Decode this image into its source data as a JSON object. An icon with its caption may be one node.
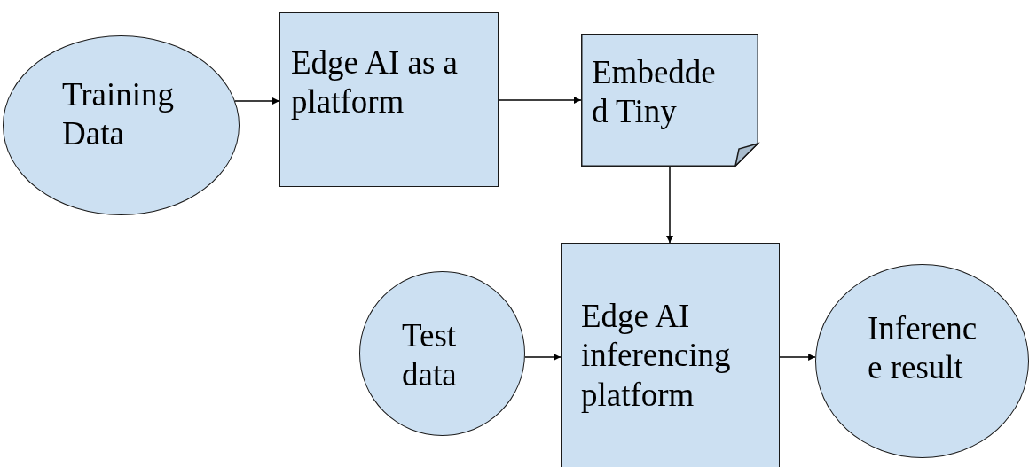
{
  "diagram": {
    "nodes": [
      {
        "text": [
          "Training Data"
        ]
      },
      {
        "text": [
          "Edge AI as a platform"
        ]
      },
      {
        "text": [
          "Embedde d Tiny"
        ]
      },
      {
        "text": [
          "Test data"
        ]
      },
      {
        "text": [
          "Edge AI inferencing platform"
        ]
      },
      {
        "text": [
          "Inferenc e result"
        ]
      }
    ],
    "edges": [
      {
        "from": 0,
        "to": 1,
        "arrow": "to"
      },
      {
        "from": 1,
        "to": 2,
        "arrow": "to"
      },
      {
        "from": 2,
        "to": 4,
        "arrow": "to"
      },
      {
        "from": 3,
        "to": 4,
        "arrow": "to"
      },
      {
        "from": 4,
        "to": 5,
        "arrow": "to"
      }
    ]
  }
}
